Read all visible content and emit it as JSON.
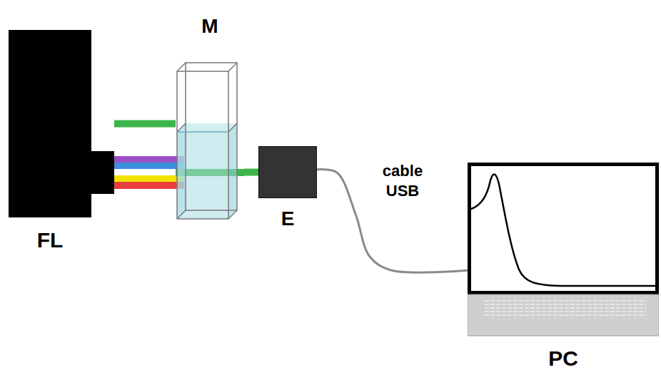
{
  "diagram": {
    "nodes": [
      {
        "text": [
          "FL"
        ]
      },
      {
        "text": [
          "M"
        ]
      },
      {
        "text": [
          "E"
        ]
      },
      {
        "text": [
          "PC"
        ]
      }
    ],
    "edges": [
      {
        "from": 0,
        "to": 1,
        "arrow": "none"
      },
      {
        "from": 1,
        "to": 2,
        "arrow": "none"
      },
      {
        "from": 2,
        "to": 3,
        "label": "cable USB",
        "arrow": "none"
      }
    ]
  }
}
